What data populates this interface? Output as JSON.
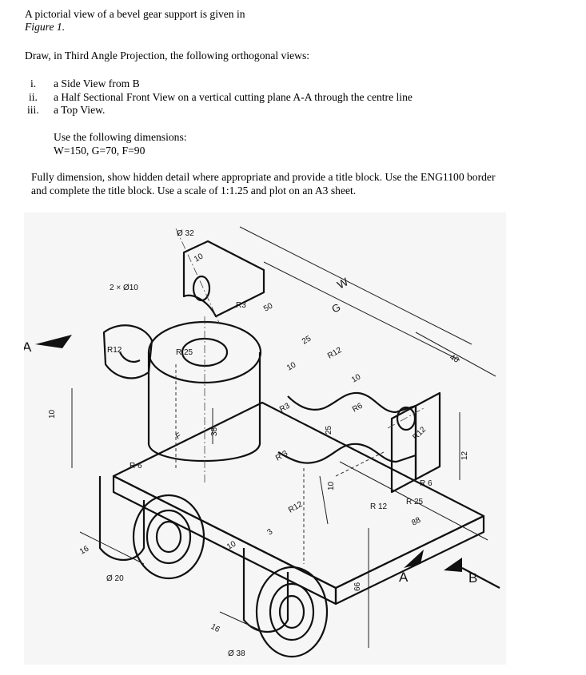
{
  "intro": {
    "line1": "A pictorial view of a bevel gear support is given in",
    "figure_ref": "Figure 1."
  },
  "instruction": "Draw, in Third Angle Projection, the following orthogonal views:",
  "views": [
    {
      "num": "i.",
      "text": "a Side View from B"
    },
    {
      "num": "ii.",
      "text": "a Half Sectional Front View on a vertical cutting plane A-A through the centre line"
    },
    {
      "num": "iii.",
      "text": "a Top View."
    }
  ],
  "dimensions_note": {
    "line1": "Use the following dimensions:",
    "line2": "W=150, G=70, F=90"
  },
  "final_note": {
    "line1": "Fully dimension, show hidden detail where appropriate and provide a title block. Use the ENG1100 border",
    "line2": "and complete the title block. Use a scale of 1:1.25 and plot on an A3 sheet."
  },
  "figure_labels": {
    "d32": "Ø 32",
    "two_x_d10": "2 × Ø10",
    "t10_top": "10",
    "r3_top": "R3",
    "d50": "50",
    "w": "W",
    "g": "G",
    "a_left": "A",
    "r12_left": "R12",
    "r25": "R 25",
    "d25_top": "25",
    "r12_mid": "R12",
    "d10_mid": "10",
    "d10_right": "10",
    "d40": "40",
    "d10_vert_left": "10",
    "f": "F",
    "r3_mid": "R3",
    "r6_mid": "R6",
    "d25_vert": "25",
    "d38_vert": "38",
    "r3_low": "R 3",
    "r12_right": "R12",
    "d12_right": "12",
    "r6_left": "R 6",
    "d10_low": "10",
    "r6_right": "R 6",
    "r12_low": "R12",
    "r12_bottom": "R 12",
    "r25_right": "R 25",
    "d88": "88",
    "d3": "3",
    "d10_bottom": "10",
    "d16_left": "16",
    "d20": "Ø 20",
    "a_right": "A",
    "b_right": "B",
    "d66": "66",
    "d16_bottom": "16",
    "d38_dia": "Ø 38"
  }
}
